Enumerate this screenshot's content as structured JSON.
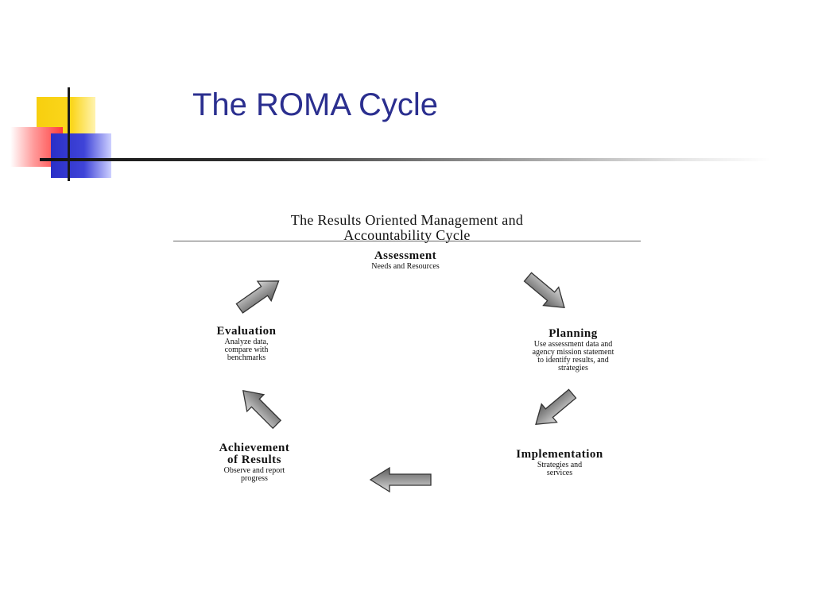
{
  "slide": {
    "title": "The ROMA Cycle"
  },
  "diagram": {
    "heading": "The Results Oriented Management and\nAccountability Cycle",
    "stages": [
      {
        "key": "assessment",
        "name": "Assessment",
        "description": "Needs and Resources"
      },
      {
        "key": "planning",
        "name": "Planning",
        "description": "Use assessment data and\nagency mission statement\nto identify results, and\nstrategies"
      },
      {
        "key": "implementation",
        "name": "Implementation",
        "description": "Strategies and\nservices"
      },
      {
        "key": "achievement",
        "name": "Achievement\nof Results",
        "description": "Observe and report\nprogress"
      },
      {
        "key": "evaluation",
        "name": "Evaluation",
        "description": "Analyze data,\ncompare with\nbenchmarks"
      }
    ],
    "arrow_icons": [
      "arrow-assessment-to-planning-icon",
      "arrow-planning-to-implementation-icon",
      "arrow-implementation-to-achievement-icon",
      "arrow-achievement-to-evaluation-icon",
      "arrow-evaluation-to-assessment-icon"
    ]
  },
  "colors": {
    "title": "#2b2f8f",
    "logo_yellow": "#f7cf0f",
    "logo_red": "#ff3b3b",
    "logo_blue": "#2a2fc7",
    "arrow_fill": "#8a8a8a"
  }
}
